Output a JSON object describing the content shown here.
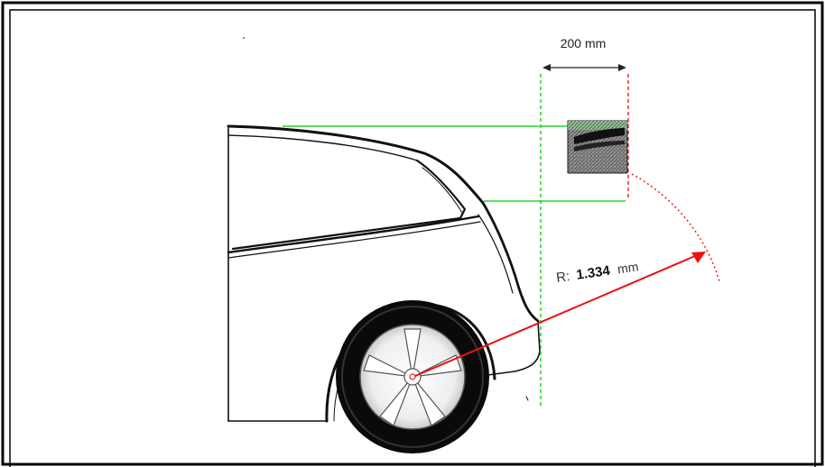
{
  "diagram": {
    "width_dimension": {
      "label": "200 mm"
    },
    "radius_dimension": {
      "prefix": "R:",
      "value": "1.334",
      "unit": "mm"
    },
    "colors": {
      "frame": "#000000",
      "car_outline": "#111111",
      "guide_lines": "#00cc00",
      "clearance_line": "#22cc22",
      "rear_limit_line": "#dd2222",
      "radius_arrow": "#ee1111",
      "sign_panel": "#7a7a7a"
    }
  }
}
